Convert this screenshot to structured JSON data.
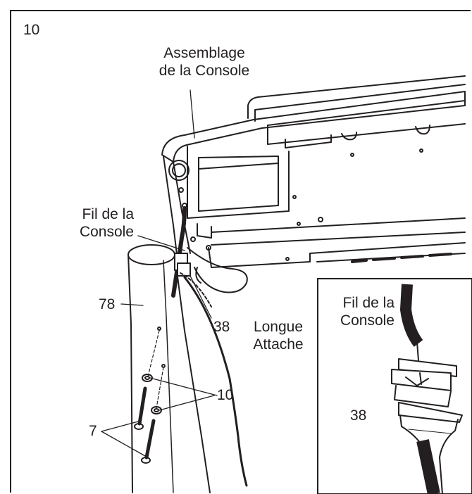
{
  "step_number": "10",
  "labels": {
    "console_assembly_line1": "Assemblage",
    "console_assembly_line2": "de la Console",
    "console_wire_line1": "Fil de la",
    "console_wire_line2": "Console",
    "part_78": "78",
    "part_38": "38",
    "long_tie_line1": "Longue",
    "long_tie_line2": "Attache",
    "part_10": "10",
    "part_7": "7",
    "inset_wire_line1": "Fil de la",
    "inset_wire_line2": "Console",
    "inset_part_38": "38"
  },
  "colors": {
    "line": "#231f20",
    "panel": "#ffffff",
    "wire": "#231f20"
  }
}
